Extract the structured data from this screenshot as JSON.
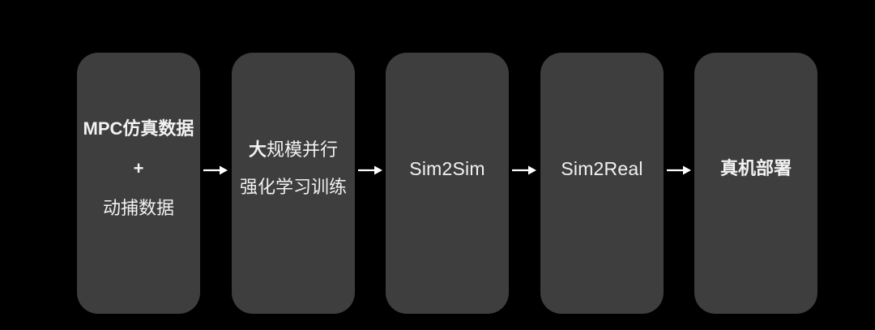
{
  "theme": {
    "background": "#000000",
    "node_fill": "#3e3e3e",
    "text_color": "#f2f2f2",
    "arrow_color": "#ffffff"
  },
  "flow": {
    "nodes": [
      {
        "line1": "MPC仿真数据",
        "line2": "+",
        "line3": "动捕数据"
      },
      {
        "line1_emph": "大",
        "line1_rest": "规模并行",
        "line2": "强化学习训练"
      },
      {
        "label": "Sim2Sim"
      },
      {
        "label": "Sim2Real"
      },
      {
        "label": "真机部署"
      }
    ]
  }
}
